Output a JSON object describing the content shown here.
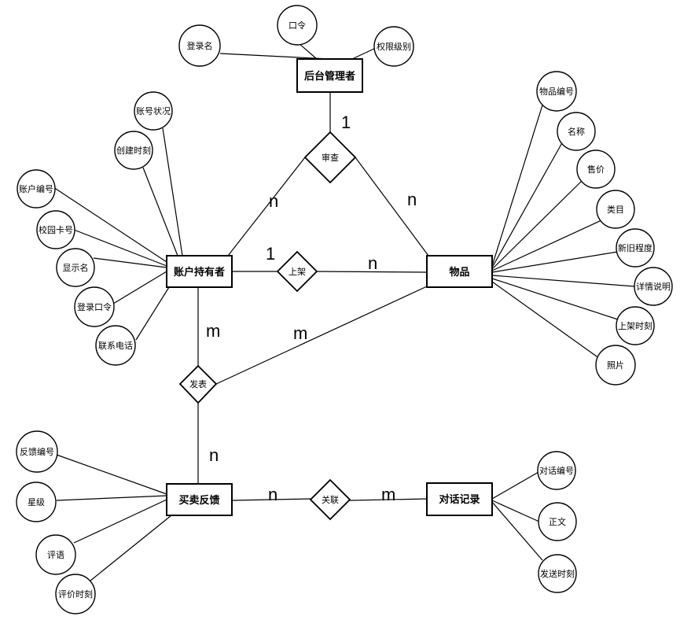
{
  "entities": {
    "admin": "后台管理者",
    "account_holder": "账户持有者",
    "item": "物品",
    "feedback": "买卖反馈",
    "chat_record": "对话记录"
  },
  "relationships": {
    "review": "审查",
    "list": "上架",
    "publish": "发表",
    "associate": "关联"
  },
  "attributes": {
    "admin": [
      "登录名",
      "口令",
      "权限级别"
    ],
    "account_holder": [
      "账号状况",
      "创建时刻",
      "账户编号",
      "校园卡号",
      "显示名",
      "登录口令",
      "联系电话"
    ],
    "item": [
      "物品编号",
      "名称",
      "售价",
      "类目",
      "新旧程度",
      "详情说明",
      "上架时刻",
      "照片"
    ],
    "feedback": [
      "反馈编号",
      "星级",
      "评语",
      "评价时刻"
    ],
    "chat_record": [
      "对话编号",
      "正文",
      "发送时刻"
    ]
  },
  "cardinalities": {
    "review_admin": "1",
    "review_account": "n",
    "review_item": "n",
    "list_account": "1",
    "list_item": "n",
    "publish_account": "m",
    "publish_item": "m",
    "publish_feedback": "n",
    "associate_feedback": "n",
    "associate_chat": "m"
  }
}
